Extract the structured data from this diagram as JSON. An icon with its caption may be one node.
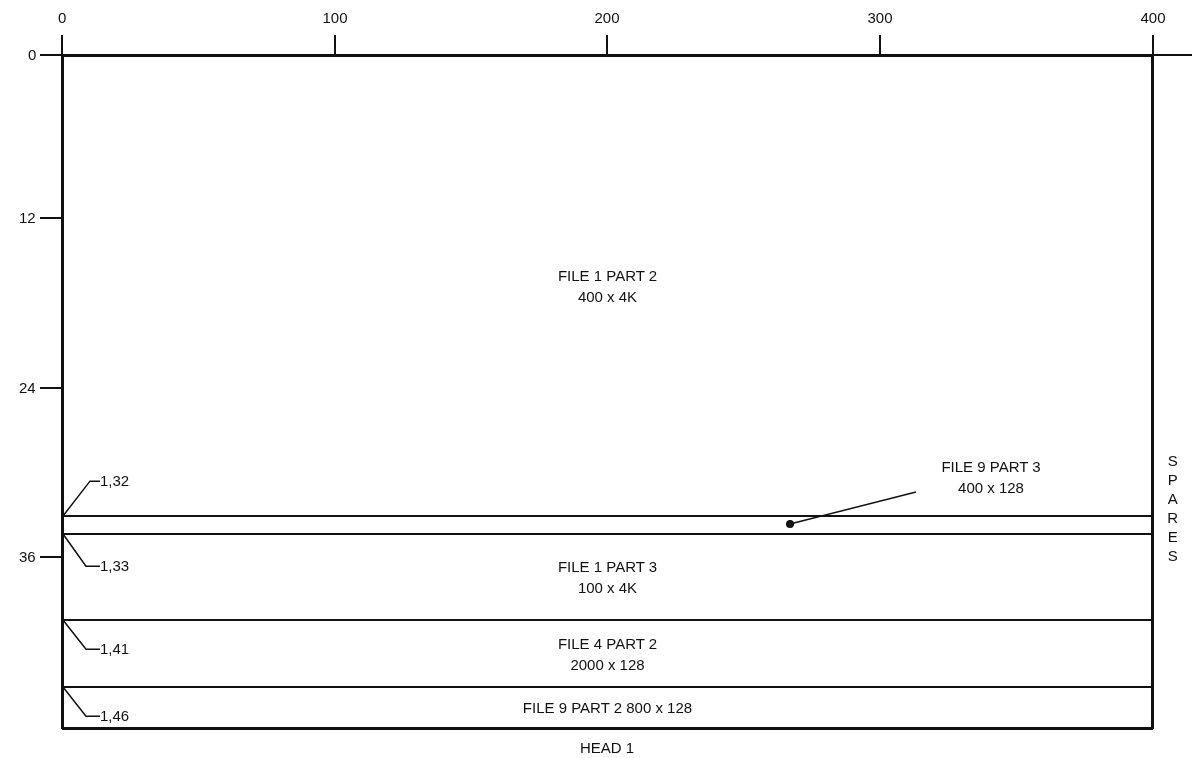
{
  "diagram": {
    "nodes": [
      {
        "text": [
          "FILE 1 PART 2",
          "400 x 4K"
        ]
      },
      {
        "text": [],
        "shape": "bar"
      },
      {
        "text": [
          "FILE 9 PART 3",
          "400 x 128"
        ],
        "in": 0
      },
      {
        "text": [
          "FILE 1 PART 3",
          "100 x 4K"
        ]
      },
      {
        "text": [
          "FILE 4 PART 2",
          "2000 x 128"
        ]
      },
      {
        "text": [
          "FILE 9 PART 2 800 x 128"
        ]
      },
      {
        "text": [
          "SPARES"
        ]
      },
      {
        "text": [
          "1,32"
        ],
        "in": 0
      },
      {
        "text": [
          "1,33"
        ],
        "in": 3
      },
      {
        "text": [
          "1,41"
        ],
        "in": 4
      },
      {
        "text": [
          "1,46"
        ],
        "in": 5
      }
    ],
    "edges": [
      {
        "from": 2,
        "to": 1,
        "arrow": "other"
      },
      {
        "from": 7,
        "to": 1,
        "arrow": "none"
      },
      {
        "from": 8,
        "to": 3,
        "arrow": "none"
      },
      {
        "from": 9,
        "to": 4,
        "arrow": "none"
      },
      {
        "from": 10,
        "to": 5,
        "arrow": "none"
      }
    ],
    "labels": [
      "0",
      "100",
      "200",
      "300",
      "400",
      "0",
      "12",
      "24",
      "36",
      "HEAD 1"
    ]
  }
}
